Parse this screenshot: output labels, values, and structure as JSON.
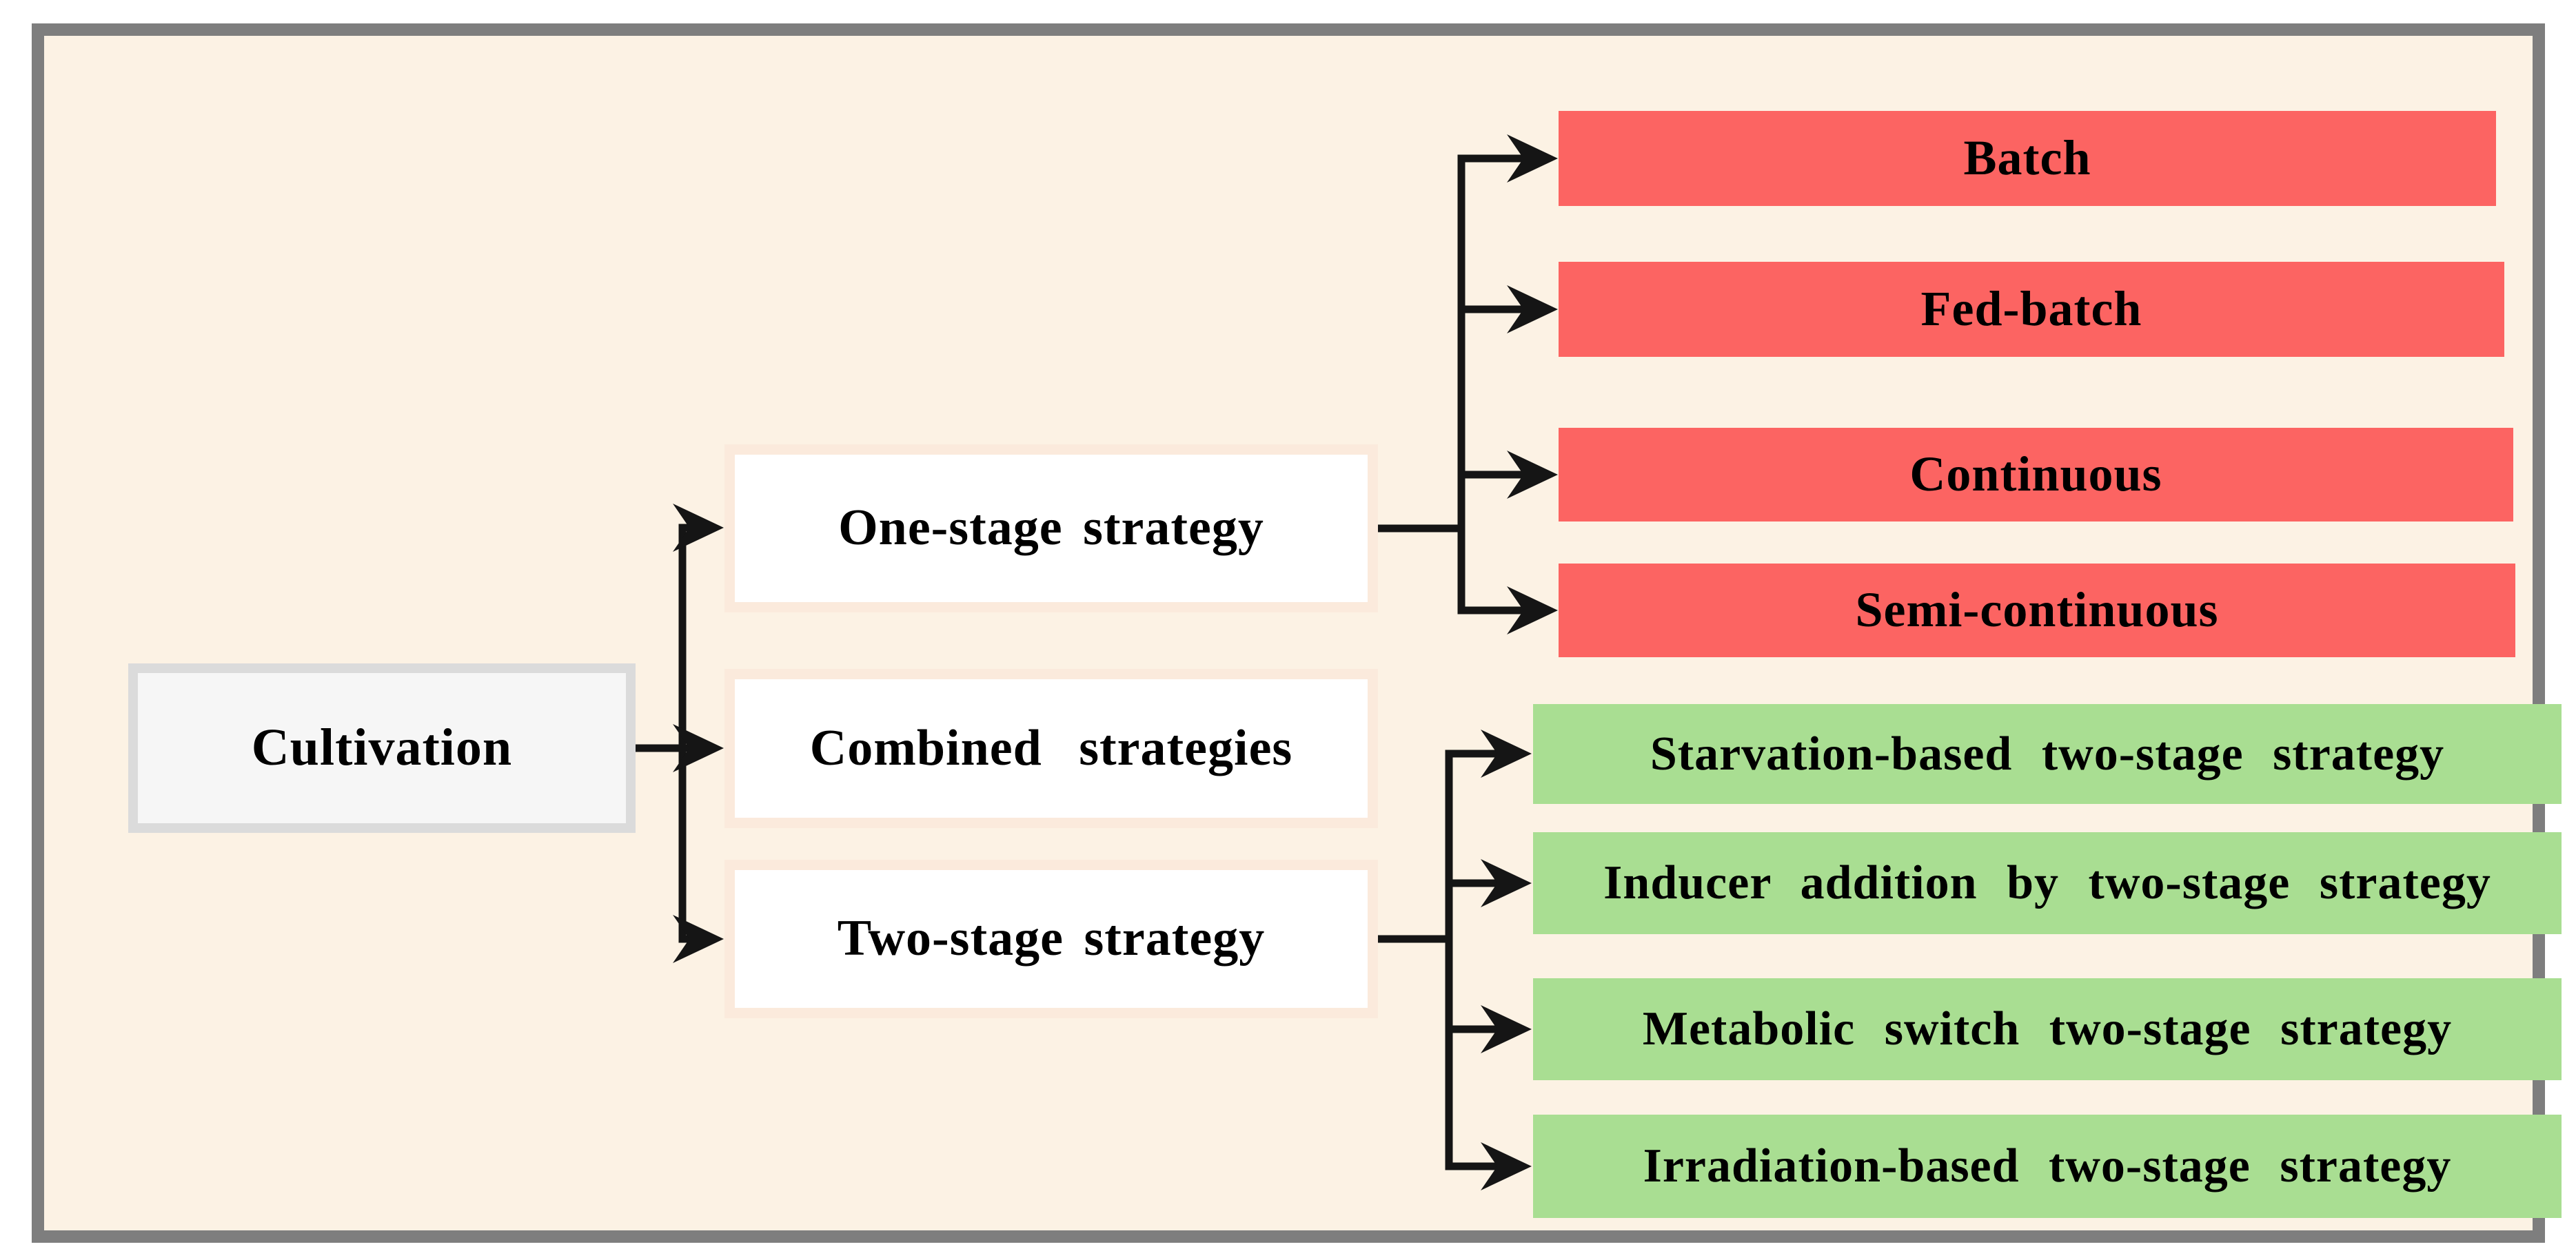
{
  "diagram": {
    "title_hint": "Cultivation strategies flowchart",
    "root": {
      "label": "Cultivation"
    },
    "branches": [
      {
        "label": "One-stage strategy"
      },
      {
        "label": "Combined strategies"
      },
      {
        "label": "Two-stage strategy"
      }
    ],
    "one_stage_children": [
      {
        "label": "Batch"
      },
      {
        "label": "Fed-batch"
      },
      {
        "label": "Continuous"
      },
      {
        "label": "Semi-continuous"
      }
    ],
    "two_stage_children": [
      {
        "label": "Starvation-based two-stage strategy"
      },
      {
        "label": "Inducer addition by two-stage strategy"
      },
      {
        "label": "Metabolic switch two-stage strategy"
      },
      {
        "label": "Irradiation-based two-stage strategy"
      }
    ],
    "colors": {
      "panel_background": "#FCF2E4",
      "frame_border": "#7E7E7E",
      "one_stage_child_fill": "#FC6462",
      "two_stage_child_fill": "#A9DE92",
      "root_fill": "#F6F6F6",
      "root_border": "#DBDBDB",
      "branch_border": "#FBEADC",
      "connector": "#151515",
      "text": "#000000"
    }
  }
}
